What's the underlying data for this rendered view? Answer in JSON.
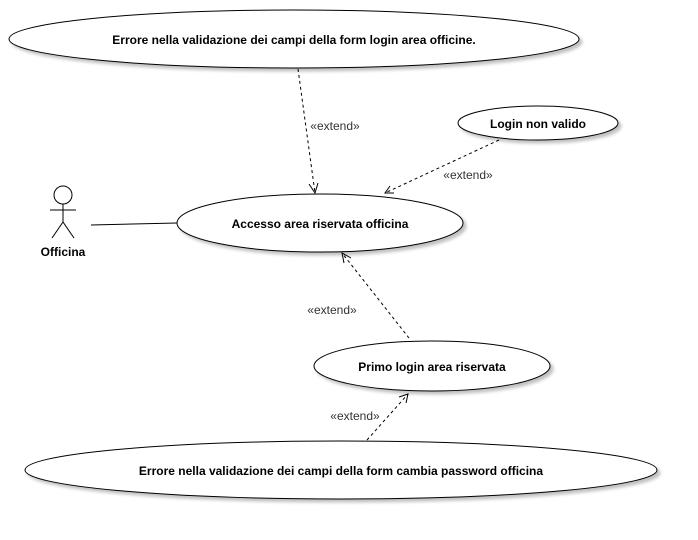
{
  "diagram": {
    "actor": {
      "name": "Officina"
    },
    "use_cases": {
      "validation_login": "Errore nella validazione dei campi della form login area officine.",
      "invalid_login": "Login non valido",
      "access": "Accesso area riservata officina",
      "first_login": "Primo login area riservata",
      "validation_password": "Errore nella validazione dei campi della form cambia password officina"
    },
    "relations": {
      "extend_label": "«extend»"
    }
  }
}
